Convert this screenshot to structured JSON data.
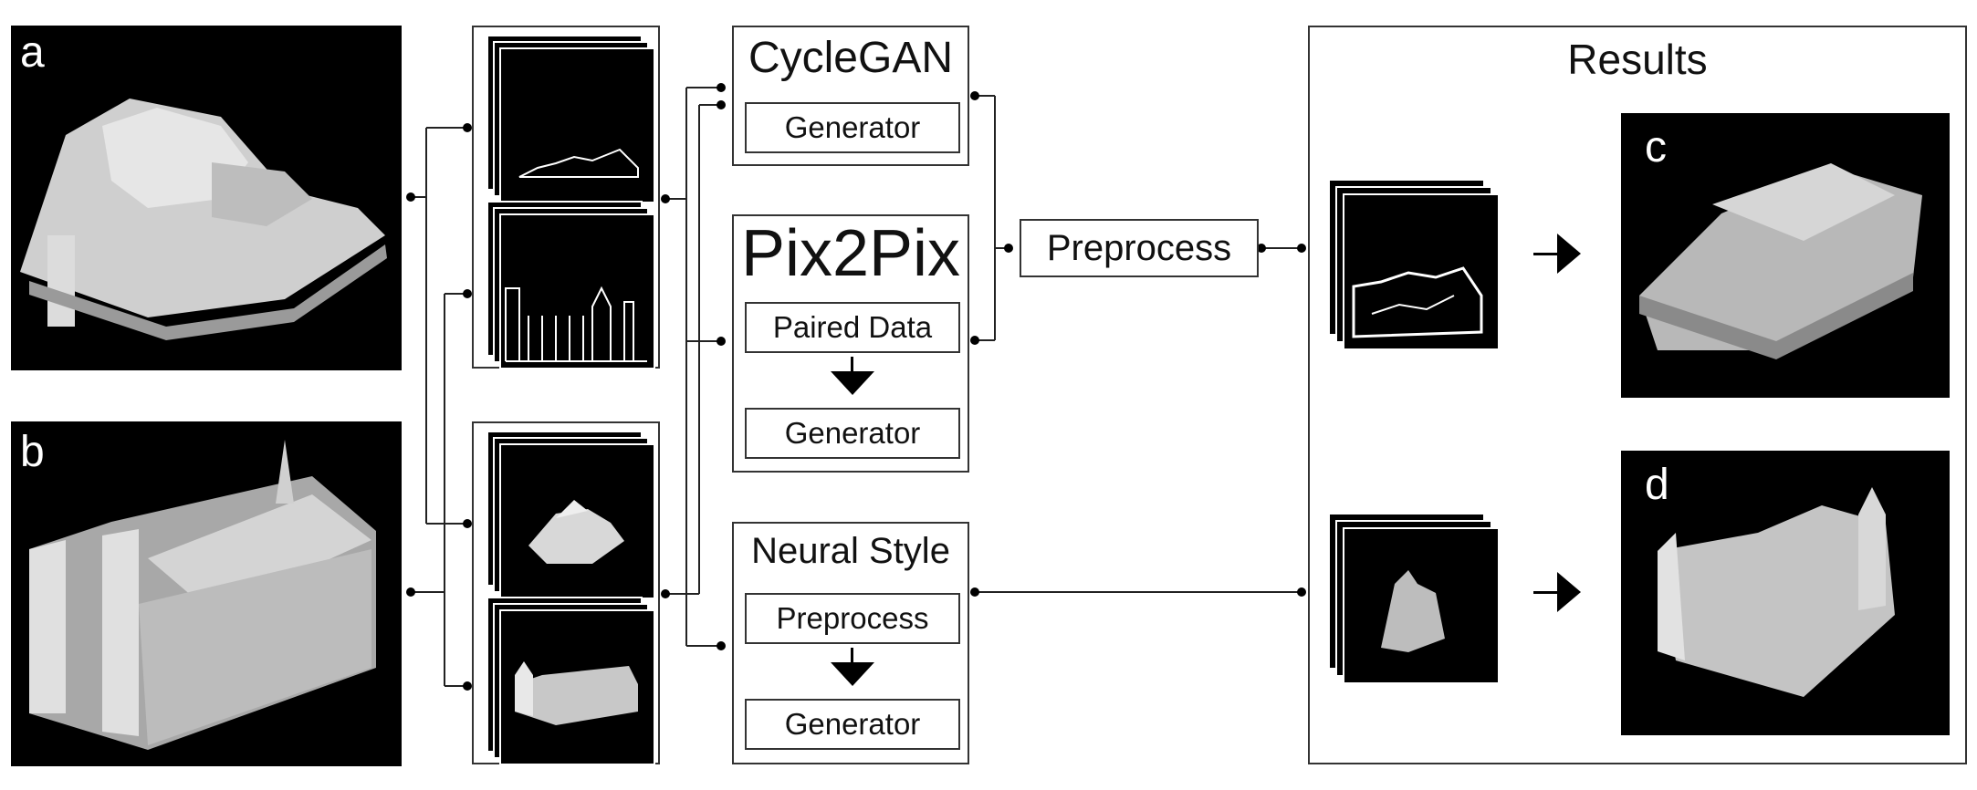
{
  "panels": {
    "a": "a",
    "b": "b",
    "c": "c",
    "d": "d"
  },
  "models": {
    "cyclegan": {
      "title": "CycleGAN",
      "boxes": [
        "Generator"
      ]
    },
    "pix2pix": {
      "title": "Pix2Pix",
      "boxes": [
        "Paired Data",
        "Generator"
      ]
    },
    "neural_style": {
      "title": "Neural Style",
      "boxes": [
        "Preprocess",
        "Generator"
      ]
    }
  },
  "preprocess": {
    "label": "Preprocess"
  },
  "results": {
    "title": "Results"
  }
}
